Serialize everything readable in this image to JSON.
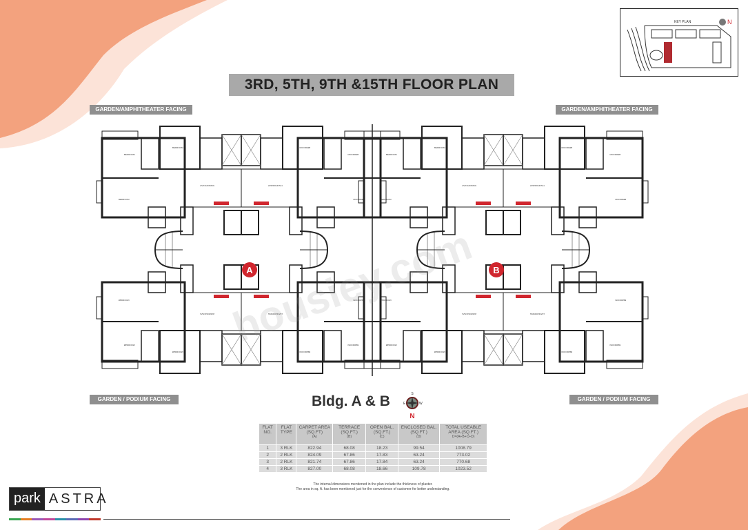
{
  "title": "3RD, 5TH, 9TH &15TH FLOOR PLAN",
  "facing_labels": {
    "top_left": "GARDEN/AMPHITHEATER FACING",
    "top_right": "GARDEN/AMPHITHEATER FACING",
    "bottom_left": "GARDEN / PODIUM FACING",
    "bottom_right": "GARDEN / PODIUM FACING"
  },
  "buildings": {
    "a": "A",
    "b": "B"
  },
  "bldg_label": "Bldg. A & B",
  "compass": {
    "n": "N",
    "s": "S",
    "e": "E",
    "w": "W"
  },
  "key_plan": {
    "label": "KEY PLAN",
    "north": "N"
  },
  "watermark": "housiey.com",
  "table": {
    "headers": [
      {
        "main": "FLAT NO.",
        "sub": ""
      },
      {
        "main": "FLAT TYPE",
        "sub": ""
      },
      {
        "main": "CARPET AREA (SQ.FT)",
        "sub": "(A)"
      },
      {
        "main": "TERRACE (SQ.FT.)",
        "sub": "(B)"
      },
      {
        "main": "OPEN BAL. (SQ.FT.)",
        "sub": "(C)"
      },
      {
        "main": "ENCLOSED BAL.(SQ.FT.)",
        "sub": "(D)"
      },
      {
        "main": "TOTAL USEABLE AREA (SQ.FT.)",
        "sub": "D=(A+B+C+D)"
      }
    ],
    "rows": [
      [
        "1",
        "3 RLK",
        "822.94",
        "68.08",
        "18.23",
        "99.54",
        "1008.79"
      ],
      [
        "2",
        "2 RLK",
        "824.09",
        "67.86",
        "17.83",
        "63.24",
        "773.02"
      ],
      [
        "3",
        "2 RLK",
        "821.74",
        "67.86",
        "17.84",
        "63.24",
        "770.68"
      ],
      [
        "4",
        "3 RLK",
        "827.00",
        "68.08",
        "18.66",
        "109.78",
        "1023.52"
      ]
    ]
  },
  "note": [
    "The internal dimensions mentioned in the plan include the thickness of plaster.",
    "The area in sq. ft. has been mentioned just for the convenience of customer for better understanding."
  ],
  "logo": {
    "park": "park",
    "astra": "ASTRA"
  },
  "colors": {
    "accent_orange": "#f08a5d",
    "marker_red": "#d0262e",
    "label_gray": "#8f8f8f"
  },
  "logo_bar_colors": [
    "#3aa652",
    "#e67e22",
    "#9b59b6",
    "#c0479a",
    "#2a8fa8",
    "#5b6bb5",
    "#8e44ad",
    "#c0392b"
  ]
}
